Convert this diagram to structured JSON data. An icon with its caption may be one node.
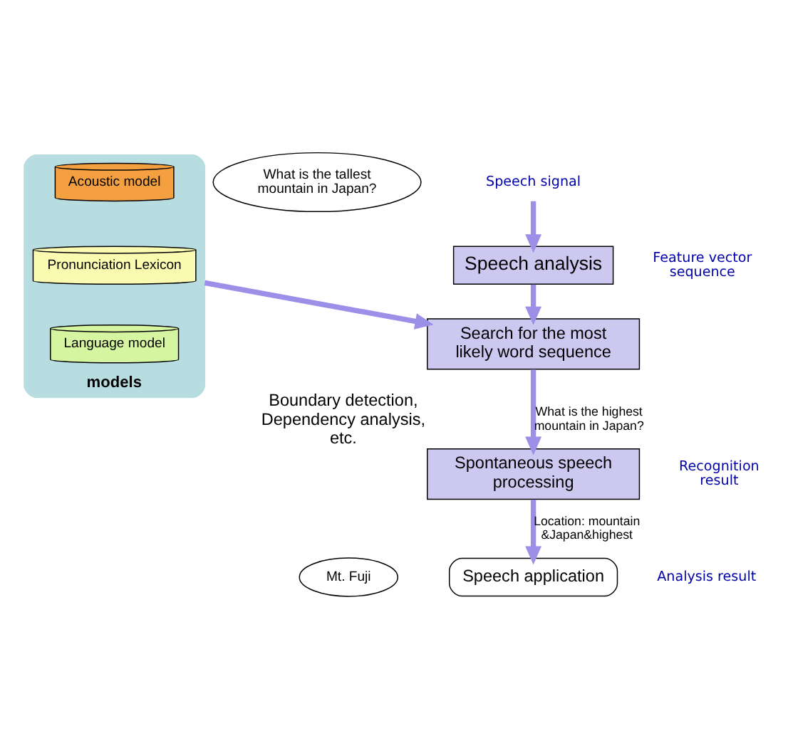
{
  "diagram": {
    "nodes": [
      {
        "text": [
          "What is the tallest mountain in Japan?"
        ]
      },
      {
        "text": [
          "Speech signal"
        ]
      },
      {
        "text": [
          "models"
        ]
      },
      {
        "text": [
          "Acoustic model"
        ],
        "in": 2
      },
      {
        "text": [
          "Pronunciation Lexicon"
        ],
        "in": 2
      },
      {
        "text": [
          "Language model"
        ],
        "in": 2
      },
      {
        "text": [
          "Speech analysis"
        ]
      },
      {
        "text": [
          "Search for the most likely word sequence"
        ]
      },
      {
        "text": [
          "Spontaneous speech processing"
        ],
        "beside": [
          "Boundary detection, Dependency analysis, etc."
        ]
      },
      {
        "text": [
          "Speech application"
        ]
      },
      {
        "text": [
          "Mt. Fuji"
        ]
      }
    ],
    "edges": [
      {
        "from": 1,
        "to": 6,
        "arrow": "to"
      },
      {
        "from": 6,
        "to": 7,
        "arrow": "to"
      },
      {
        "from": 2,
        "to": 7,
        "arrow": "to"
      },
      {
        "from": 7,
        "to": 8,
        "label": "What is the highest mountain in Japan?",
        "arrow": "to"
      },
      {
        "from": 8,
        "to": 9,
        "label": "Location: mountain &Japan&highest",
        "arrow": "to"
      }
    ],
    "labels": [
      "Feature vector sequence",
      "Recognition result",
      "Analysis result"
    ]
  }
}
